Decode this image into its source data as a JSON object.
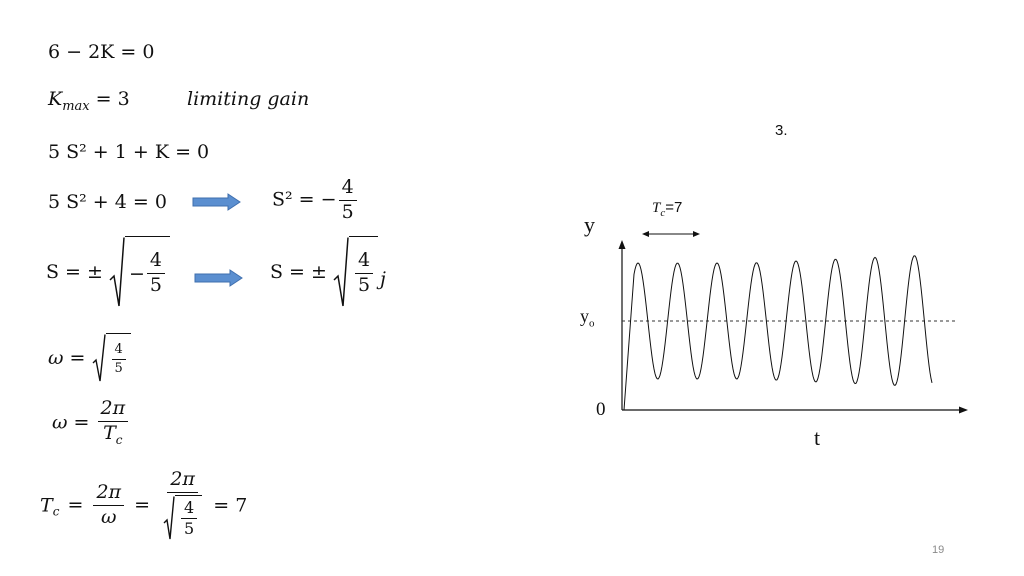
{
  "equations": {
    "eq1": "6 − 2K = 0",
    "eq2_kmax": "K",
    "eq2_sub": "max",
    "eq2_rest": " = 3",
    "eq2_note": "limiting gain",
    "eq3": "5 S² + 1 + K = 0",
    "eq4": "5 S² + 4 = 0",
    "eq4_result_lhs": "S² = −",
    "eq5_lhs": "S = ±",
    "eq5_result_lhs": "S = ±",
    "eq5_j": "j",
    "omega_lhs": "ω =",
    "frac_4": "4",
    "frac_5": "5",
    "neg": "−",
    "two_pi": "2π",
    "tc_T": "T",
    "tc_sub": "c",
    "omega": "ω",
    "eq_sign": "=",
    "eq8_tail": "= 7"
  },
  "figure": {
    "label": "3.",
    "tc_label_T": "T",
    "tc_label_sub": "c",
    "tc_label_val": "=7",
    "y_axis": "y",
    "y_o_label": "y",
    "y_o_sub": "o",
    "zero": "0",
    "x_axis": "t"
  },
  "page_number": "19",
  "colors": {
    "arrow_fill": "#5b8fd0",
    "arrow_stroke": "#3f6fae"
  },
  "icons": [
    "right-arrow-icon",
    "right-arrow-icon"
  ]
}
